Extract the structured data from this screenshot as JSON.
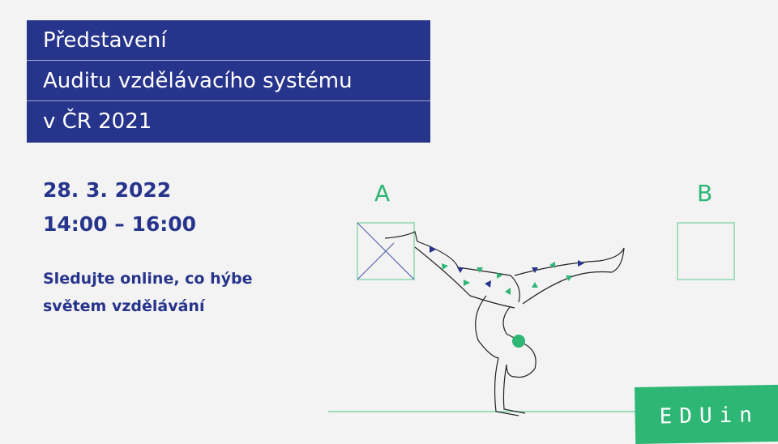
{
  "title": {
    "lines": [
      "Představení",
      "Auditu vzdělávacího systému",
      "v ČR 2021"
    ]
  },
  "event": {
    "date": "28. 3. 2022",
    "time": "14:00 – 16:00",
    "subtitle_lines": [
      "Sledujte online, co hýbe",
      "světem vzdělávání"
    ]
  },
  "illustration": {
    "label_a": "A",
    "label_b": "B"
  },
  "logo": {
    "text": "EDUin"
  },
  "colors": {
    "navy": "#27348b",
    "green": "#2db674",
    "background": "#f3f3f3"
  }
}
